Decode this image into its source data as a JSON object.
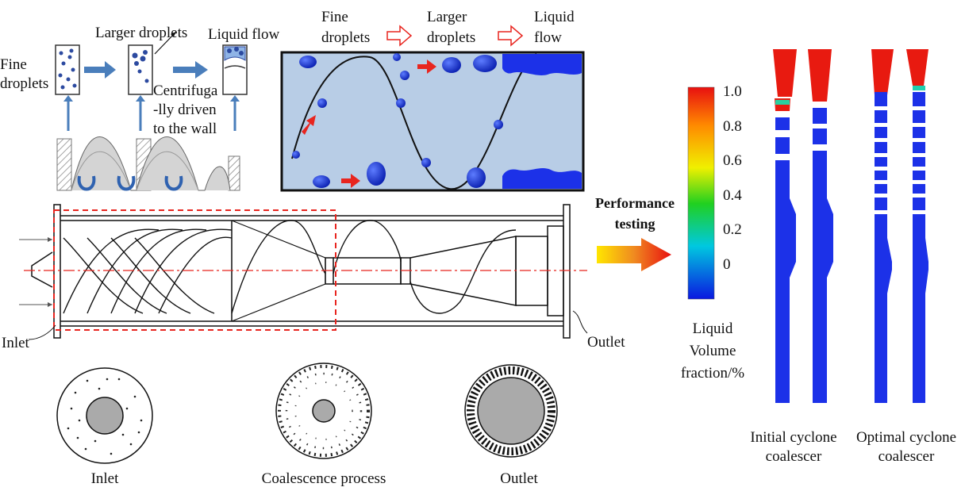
{
  "mechanism": {
    "fine_droplets": [
      "Fine",
      "droplets"
    ],
    "larger_droplets": "Larger droplets",
    "liquid_flow": "Liquid flow",
    "centrifugal": [
      "Centrifuga",
      "-lly driven",
      "to the wall"
    ]
  },
  "flow_panel": {
    "fine_droplets": [
      "Fine",
      "droplets"
    ],
    "larger_droplets": [
      "Larger",
      "droplets"
    ],
    "liquid_flow": [
      "Liquid",
      "flow"
    ]
  },
  "device": {
    "inlet": "Inlet",
    "outlet": "Outlet"
  },
  "cross_sections": {
    "inlet": "Inlet",
    "coalescence": "Coalescence process",
    "outlet": "Outlet"
  },
  "performance": [
    "Performance",
    "testing"
  ],
  "colorbar": {
    "ticks": [
      "1.0",
      "0.8",
      "0.6",
      "0.4",
      "0.2",
      "0"
    ],
    "title": [
      "Liquid",
      "Volume",
      "fraction/%"
    ]
  },
  "results": {
    "initial": [
      "Initial cyclone",
      "coalescer"
    ],
    "optimal": [
      "Optimal cyclone",
      "coalescer"
    ]
  },
  "colors": {
    "droplet": "#1f3fd6",
    "panel_bg": "#b8cde6",
    "arrow_red": "#e8251f",
    "field_blue": "#1c31e8",
    "field_red": "#e81a10",
    "block_arrow": "#4a7ebb"
  }
}
